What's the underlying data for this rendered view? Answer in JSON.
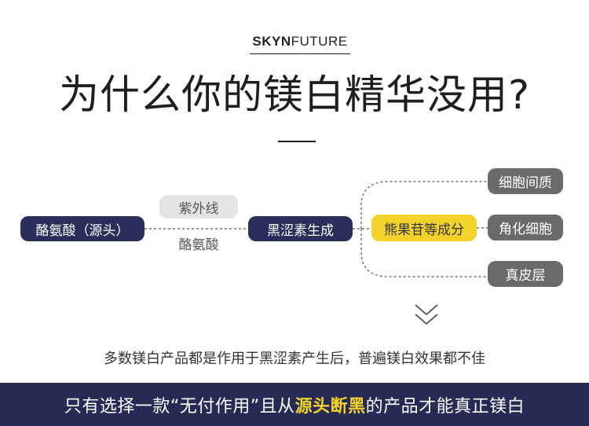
{
  "brand": {
    "part1": "SKYN",
    "part2": "FUTURE"
  },
  "title": "为什么你的镁白精华没用?",
  "diagram": {
    "source_node": "酪氨酸（源头）",
    "edge_top_label": "紫外线",
    "edge_bottom_label": "酪氨酸",
    "melanin_node": "黑涩素生成",
    "ingredient_node": "熊果苷等成分",
    "targets": [
      "细胞间质",
      "角化细胞",
      "真皮层"
    ]
  },
  "summary": "多数镁白产品都是作用于黑涩素产生后，普遍镁白效果都不佳",
  "banner": {
    "prefix": "只有选择一款“无付作用”且从",
    "highlight": "源头断黑",
    "suffix": "的产品才能真正镁白"
  },
  "colors": {
    "navy": "#2a2e5a",
    "highlight": "#f3d22a",
    "grey": "#6a6a6a"
  }
}
